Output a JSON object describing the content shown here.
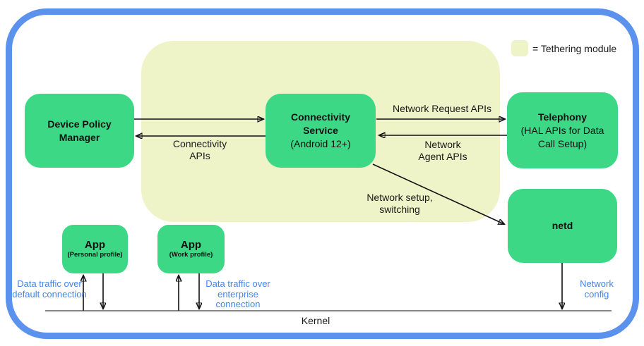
{
  "diagram": {
    "legend": {
      "label": "= Tethering module"
    },
    "boxes": {
      "device_policy_manager": {
        "title": "Device Policy Manager"
      },
      "connectivity_service": {
        "title": "Connectivity Service",
        "subtitle": "(Android 12+)"
      },
      "telephony": {
        "title": "Telephony",
        "subtitle": "(HAL APIs for Data Call Setup)"
      },
      "netd": {
        "title": "netd"
      },
      "app_personal": {
        "title": "App",
        "subtitle": "(Personal profile)"
      },
      "app_work": {
        "title": "App",
        "subtitle": "(Work profile)"
      }
    },
    "edge_labels": {
      "connectivity_apis": "Connectivity\nAPIs",
      "network_request_apis": "Network Request APIs",
      "network_agent_apis": "Network\nAgent APIs",
      "network_setup_switching": "Network setup,\nswitching",
      "data_traffic_default": "Data traffic over\ndefault connection",
      "data_traffic_enterprise": "Data traffic over\nenterprise connection",
      "network_config": "Network\nconfig",
      "kernel": "Kernel"
    },
    "colors": {
      "node_green": "#3cd886",
      "module_background": "#eff3c8",
      "frame_blue": "#5b92ee",
      "annotation_blue": "#4683ea"
    }
  }
}
